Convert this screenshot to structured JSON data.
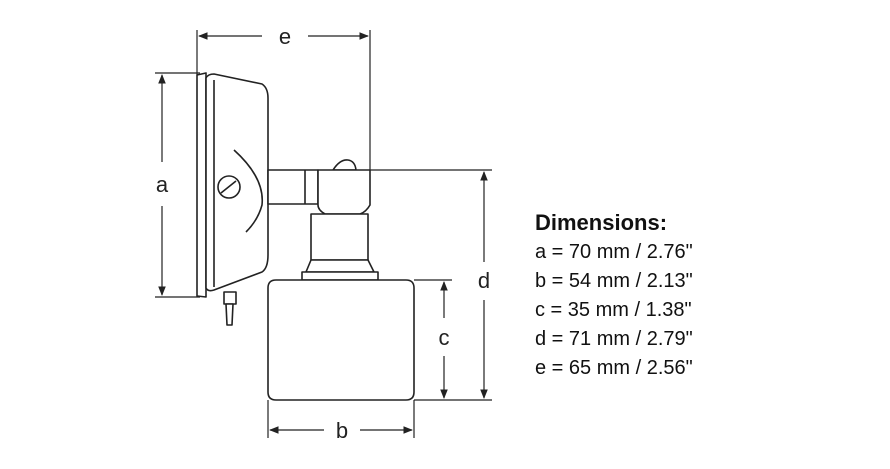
{
  "labels": {
    "a": "a",
    "b": "b",
    "c": "c",
    "d": "d",
    "e": "e"
  },
  "specs": {
    "title": "Dimensions:",
    "lines": [
      "a = 70 mm / 2.76\"",
      "b = 54 mm / 2.13\"",
      "c = 35 mm / 1.38\"",
      "d = 71 mm / 2.79\"",
      "e = 65 mm / 2.56\""
    ]
  },
  "colors": {
    "line": "#222222",
    "body_fill": "#ffffff"
  }
}
